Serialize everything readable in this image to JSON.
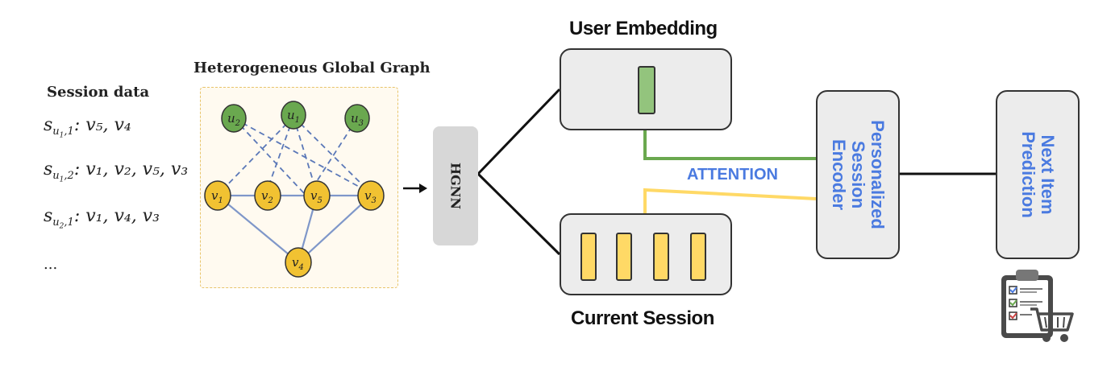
{
  "session": {
    "title": "Session data",
    "lines": [
      {
        "s": "s",
        "sub": "u",
        "subsub": "1",
        "idx": ",1",
        "items": ": v₅, v₄"
      },
      {
        "s": "s",
        "sub": "u",
        "subsub": "1",
        "idx": ",2",
        "items": ": v₁, v₂, v₅, v₃"
      },
      {
        "s": "s",
        "sub": "u",
        "subsub": "2",
        "idx": ",1",
        "items": ": v₁, v₄, v₃"
      }
    ],
    "ellipsis": "..."
  },
  "graph": {
    "title": "Heterogeneous  Global Graph",
    "user_nodes": [
      {
        "id": "u2",
        "label": "u",
        "sub": "2"
      },
      {
        "id": "u1",
        "label": "u",
        "sub": "1"
      },
      {
        "id": "u3",
        "label": "u",
        "sub": "3"
      }
    ],
    "item_nodes": [
      {
        "id": "v1",
        "label": "v",
        "sub": "1"
      },
      {
        "id": "v2",
        "label": "v",
        "sub": "2"
      },
      {
        "id": "v5",
        "label": "v",
        "sub": "5"
      },
      {
        "id": "v3",
        "label": "v",
        "sub": "3"
      },
      {
        "id": "v4",
        "label": "v",
        "sub": "4"
      }
    ],
    "user_color": "#6aa84f",
    "item_color": "#f1c232"
  },
  "hgnn": {
    "label": "HGNN"
  },
  "user_embedding": {
    "title": "User Embedding",
    "bar_color": "#93c47d"
  },
  "current_session": {
    "title": "Current Session",
    "bar_color": "#ffd966"
  },
  "attention": {
    "label": "ATTENTION"
  },
  "encoder": {
    "line1": "Personalized",
    "line2": "Session",
    "line3": "Encoder"
  },
  "prediction": {
    "line1": "Next Item",
    "line2": "Prediction"
  },
  "icon": {
    "name": "clipboard-cart-icon"
  },
  "colors": {
    "accent_blue": "#4a7ae0",
    "green_line": "#6aa84f",
    "yellow_line": "#ffd966"
  }
}
